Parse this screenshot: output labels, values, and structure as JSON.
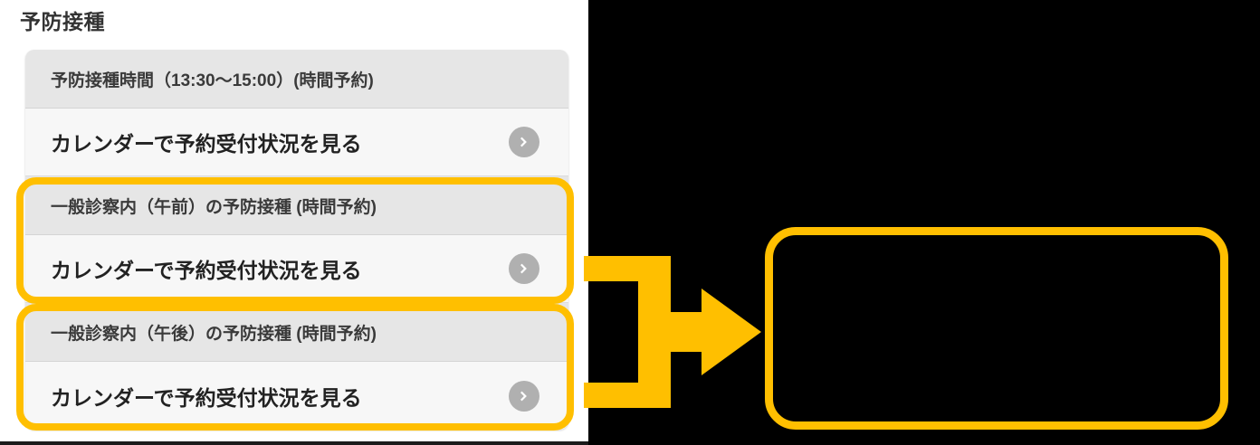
{
  "page": {
    "title": "予防接種",
    "accent_color": "#FFBF00",
    "panel_background": "#ffffff",
    "stage_background": "#000000"
  },
  "list": {
    "rows": [
      {
        "kind": "header",
        "text": "予防接種時間（13:30〜15:00）(時間予約)",
        "highlighted": false
      },
      {
        "kind": "link",
        "text": "カレンダーで予約受付状況を見る",
        "icon": "chevron-right-icon",
        "highlighted": false
      },
      {
        "kind": "header",
        "text": "一般診察内（午前）の予防接種 (時間予約)",
        "highlighted": true
      },
      {
        "kind": "link",
        "text": "カレンダーで予約受付状況を見る",
        "icon": "chevron-right-icon",
        "highlighted": true
      },
      {
        "kind": "header",
        "text": "一般診察内（午後）の予防接種 (時間予約)",
        "highlighted": true
      },
      {
        "kind": "link",
        "text": "カレンダーで予約受付状況を見る",
        "icon": "chevron-right-icon",
        "highlighted": true
      }
    ]
  },
  "annotations": {
    "highlight_groups": [
      {
        "name": "午前-group",
        "color": "#FFBF00"
      },
      {
        "name": "午後-group",
        "color": "#FFBF00"
      }
    ],
    "connector": {
      "name": "bracket-arrow",
      "direction": "right",
      "color": "#FFBF00"
    },
    "target_region": {
      "name": "detail-callout",
      "color": "#FFBF00",
      "content": ""
    }
  }
}
